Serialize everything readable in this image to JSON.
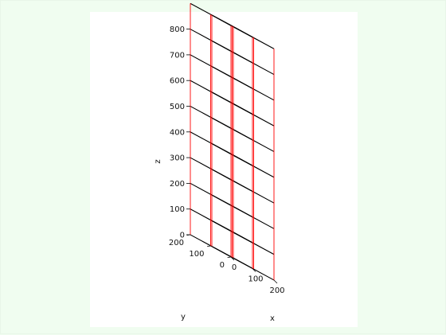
{
  "chart_data": {
    "type": "3d-wireframe",
    "title": "",
    "xlabel": "x",
    "ylabel": "y",
    "zlabel": "z",
    "xlim": [
      0,
      200
    ],
    "ylim": [
      0,
      200
    ],
    "zlim": [
      0,
      800
    ],
    "xticks": [
      "0",
      "100",
      "200"
    ],
    "yticks": [
      "0",
      "100",
      "200"
    ],
    "zticks": [
      "0",
      "100",
      "200",
      "300",
      "400",
      "500",
      "600",
      "700",
      "800"
    ],
    "storey_levels_z": [
      0,
      100,
      200,
      300,
      400,
      500,
      600,
      700,
      800,
      900
    ],
    "column_positions_x": [
      0,
      100,
      200
    ],
    "column_positions_y": [
      0,
      100,
      200
    ],
    "frame_color": "#000000",
    "column_color": "#ff0000",
    "background_color": "#ffffff"
  }
}
